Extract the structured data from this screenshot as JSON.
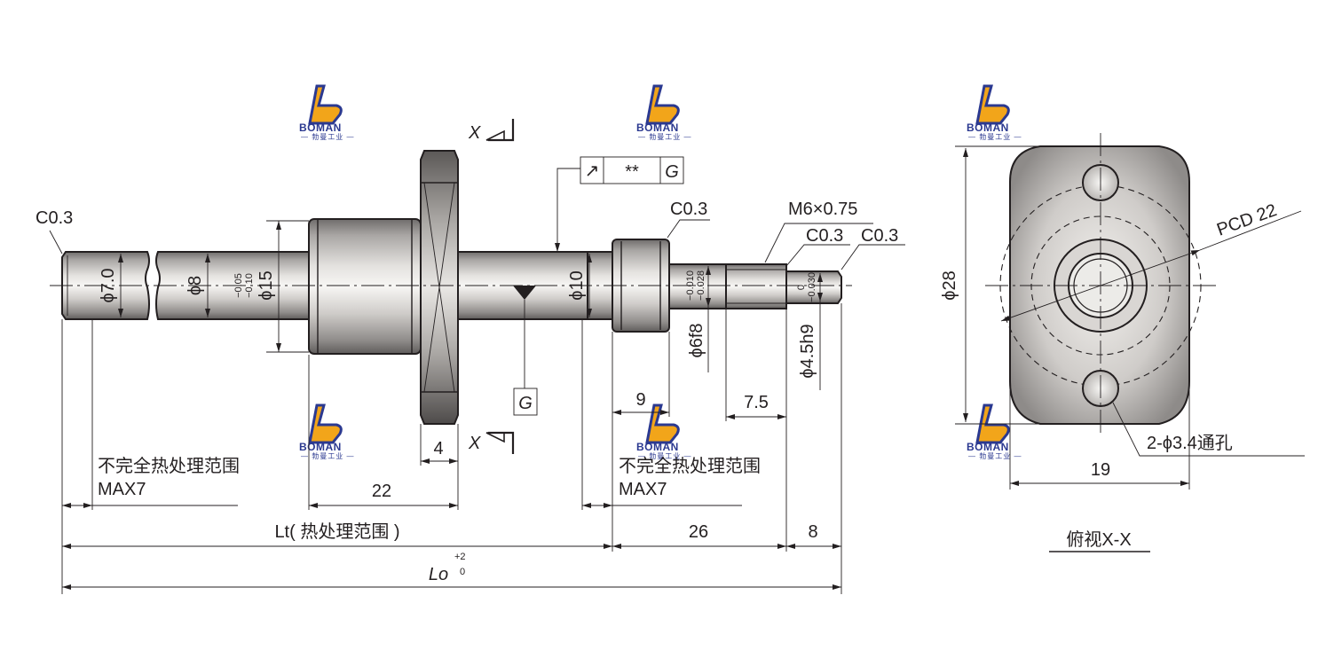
{
  "logo": {
    "brand": "BOMAN",
    "sub": "— 勃曼工业 —"
  },
  "section_marker": "X",
  "geometric_tolerance": {
    "symbol": "↗",
    "value": "**",
    "datum": "G"
  },
  "datum_label": "G",
  "chamfers": {
    "left_end": "C0.3",
    "journal": "C0.3",
    "thread_end": "C0.3",
    "tip": "C0.3"
  },
  "thread_callout": "M6×0.75",
  "diameters": {
    "d7": "ϕ7.0",
    "d8": "ϕ8",
    "d15": "ϕ15",
    "d15_tol_upper": "−0.05",
    "d15_tol_lower": "−0.10",
    "d10": "ϕ10",
    "d6f8": "ϕ6f8",
    "d6_tol_upper": "−0.010",
    "d6_tol_lower": "−0.028",
    "d45h9": "ϕ4.5h9",
    "d45_tol_upper": "0",
    "d45_tol_lower": "−0.030"
  },
  "dimensions": {
    "flange_thickness": "4",
    "nut_length": "22",
    "journal_length": "9",
    "thread_length": "7.5",
    "end_26": "26",
    "end_8": "8",
    "lt_label": "Lt( 热处理范围 )",
    "lo_label": "Lo",
    "lo_tol_upper": "+2",
    "lo_tol_lower": "0"
  },
  "notes": {
    "heat_left_line1": "不完全热处理范围",
    "heat_left_line2": "MAX7",
    "heat_right_line1": "不完全热处理范围",
    "heat_right_line2": "MAX7"
  },
  "side_view": {
    "height": "ϕ28",
    "pcd": "PCD 22",
    "holes": "2-ϕ3.4通孔",
    "width": "19",
    "title": "俯视X-X"
  }
}
